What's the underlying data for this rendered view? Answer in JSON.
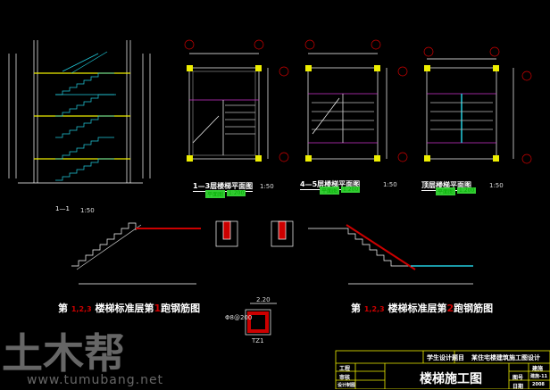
{
  "section": {
    "title": "1—1",
    "scale": "1:50"
  },
  "plans": [
    {
      "title": "1—3层楼梯平面图",
      "scale": "1:50",
      "tag_a": "平面图",
      "tag_b": "1:200"
    },
    {
      "title": "4—5层楼梯平面图",
      "scale": "1:50",
      "tag_a": "平面图",
      "tag_b": "1:200"
    },
    {
      "title": "顶层楼梯平面图",
      "scale": "1:50",
      "tag_a": "平面图",
      "tag_b": "1:200"
    }
  ],
  "rebar_left": {
    "prefix": "第",
    "floors": "1,2,3",
    "mid": "楼梯标准层第",
    "run": "1",
    "suffix": "跑钢筋图"
  },
  "rebar_right": {
    "prefix": "第",
    "floors": "1,2,3",
    "mid": "楼梯标准层第",
    "run": "2",
    "suffix": "跑钢筋图"
  },
  "column": {
    "label": "TZ1",
    "dim_top": "2.20",
    "dim_left": "Φ8@200"
  },
  "title_block": {
    "project_label": "学生设计题目",
    "project_name": "某住宅楼建筑施工图设计",
    "row1": "工程",
    "row2": "审核",
    "row3": "设计制图",
    "drawing_title": "楼梯施工图",
    "r_label1": "图号",
    "r_label2": "日期",
    "r_head": "建施",
    "r_val1": "建施-11",
    "r_val2": "2008"
  },
  "watermark": {
    "logo": "土木帮",
    "url": "www.tumubang.net"
  }
}
